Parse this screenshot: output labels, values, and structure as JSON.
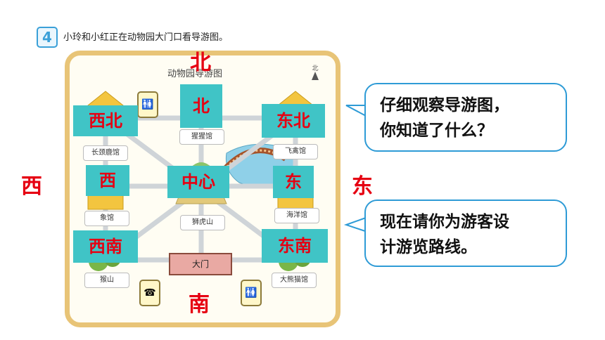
{
  "question": {
    "number": "4",
    "prompt": "小玲和小红正在动物园大门口看导游图。"
  },
  "map": {
    "title": "动物园导游图",
    "north_marker": "北",
    "places": {
      "giraffe": "长颈鹿馆",
      "orangutan": "猩猩馆",
      "bird": "飞禽馆",
      "elephant": "象馆",
      "lion": "狮虎山",
      "ocean": "海洋馆",
      "monkey": "猴山",
      "gate": "大门",
      "panda": "大熊猫馆"
    }
  },
  "direction_labels": {
    "nw": "西北",
    "n": "北",
    "ne": "东北",
    "w": "西",
    "center": "中心",
    "e": "东",
    "sw": "西南",
    "se": "东南"
  },
  "compass": {
    "north": "北",
    "south": "南",
    "west": "西",
    "east": "东"
  },
  "bubbles": {
    "top_line1": "仔细观察导游图，",
    "top_line2": "你知道了什么？",
    "bottom_line1": "现在请你为游客设",
    "bottom_line2": "计游览路线。"
  },
  "colors": {
    "label_bg": "#40c4c6",
    "label_text": "#e60012",
    "bubble_border": "#2e9bd6"
  }
}
